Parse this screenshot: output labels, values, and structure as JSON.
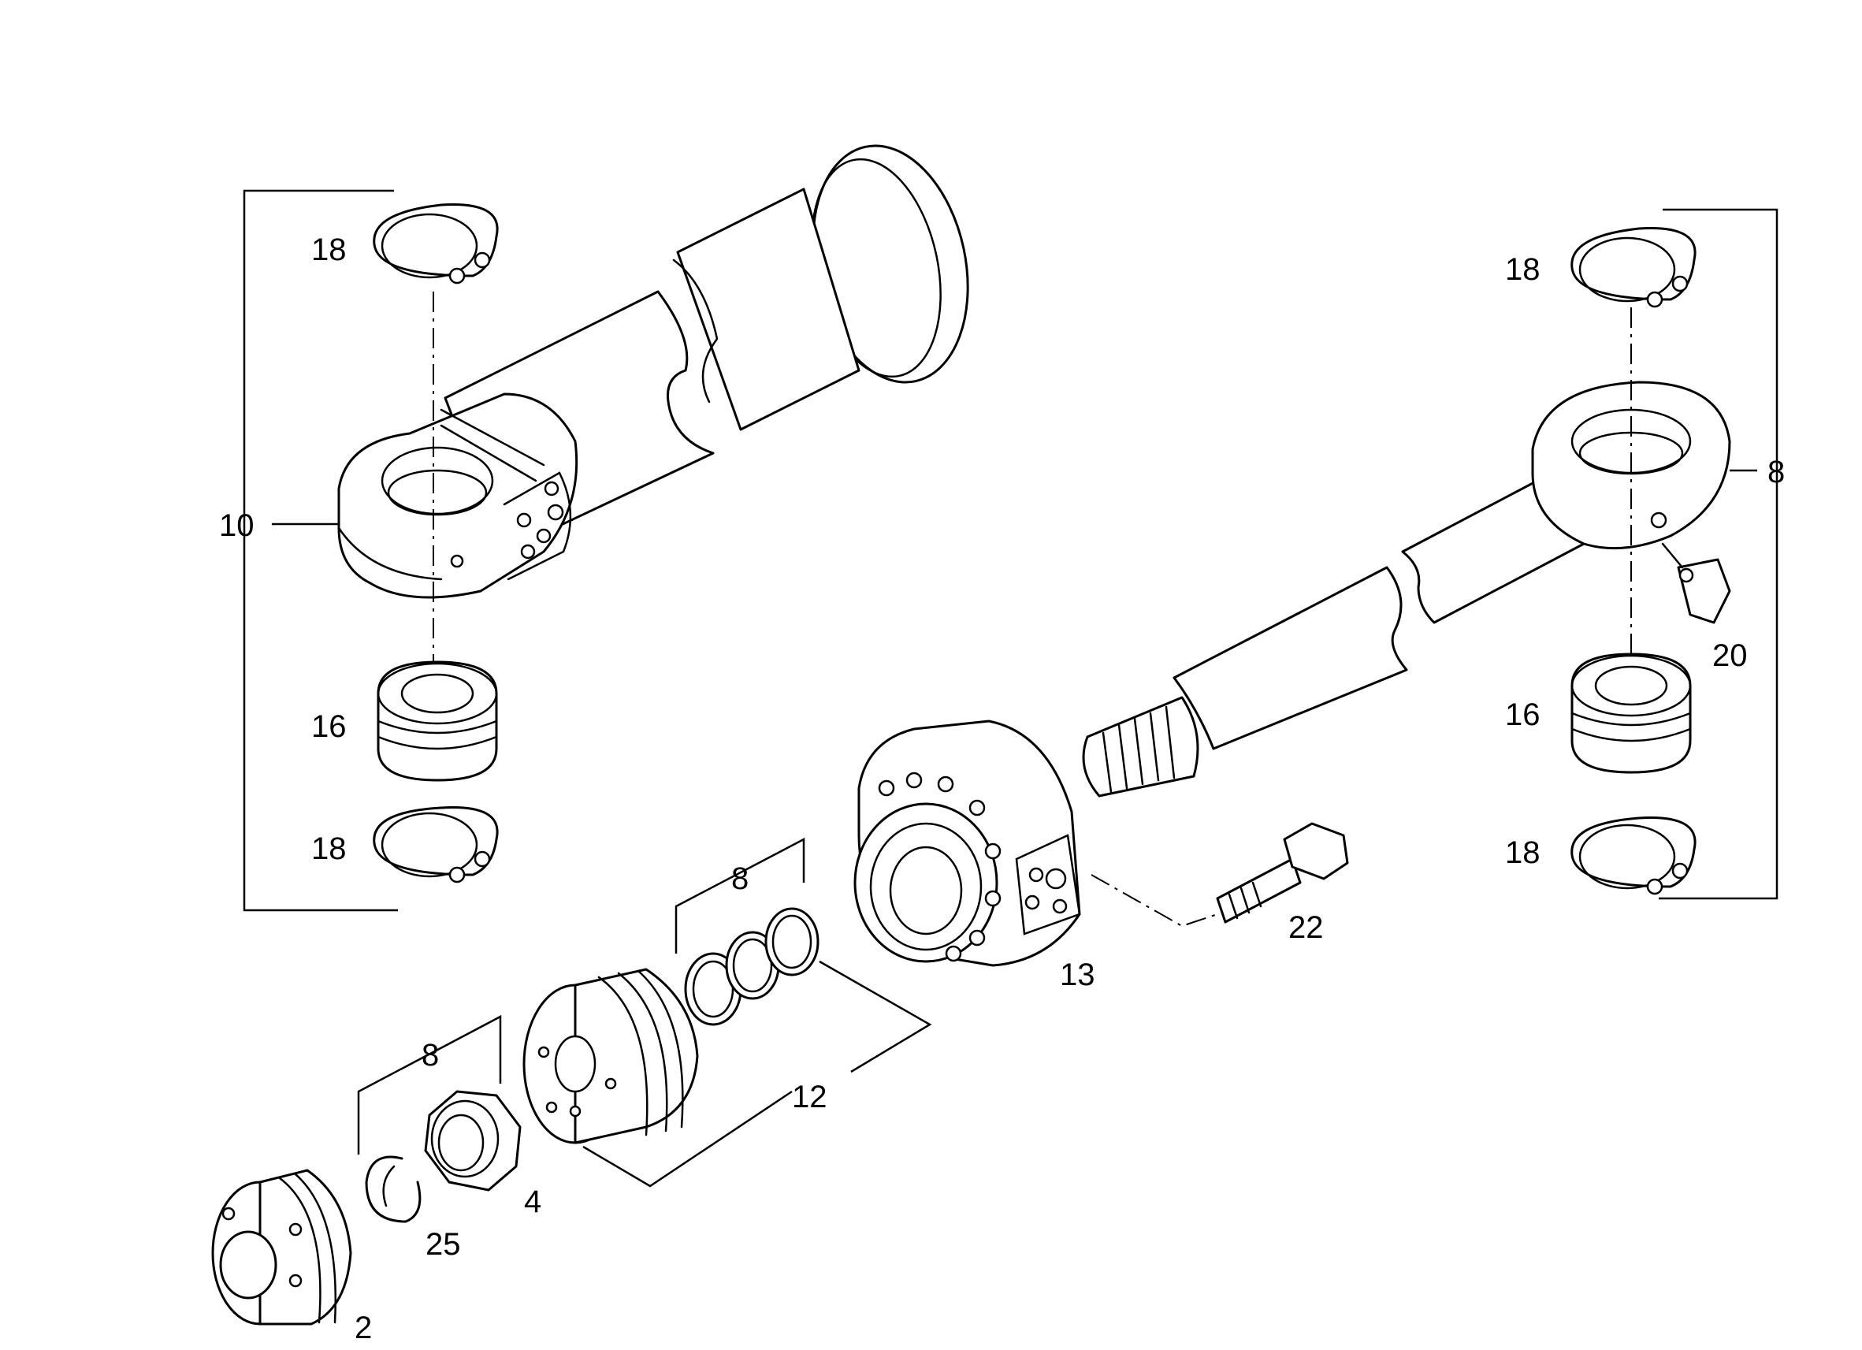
{
  "callouts": {
    "c18a": "18",
    "c16a": "16",
    "c18b": "18",
    "c10": "10",
    "c18c": "18",
    "c8a": "8",
    "c20": "20",
    "c16b": "16",
    "c18d": "18",
    "c22": "22",
    "c13": "13",
    "c8b": "8",
    "c12": "12",
    "c8c": "8",
    "c4": "4",
    "c25": "25",
    "c2": "2"
  }
}
